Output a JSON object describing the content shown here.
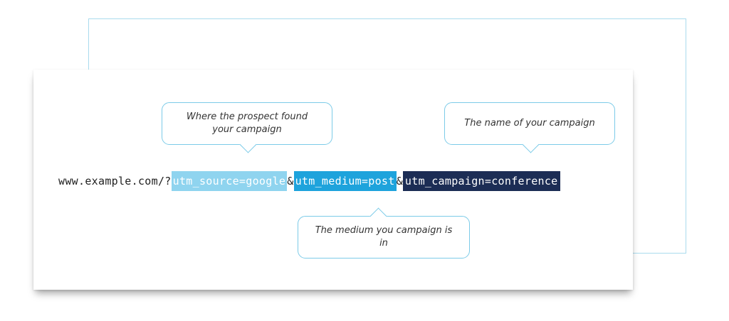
{
  "url": {
    "base": "www.example.com/?",
    "source_param": "utm_source=google",
    "amp1": "&",
    "medium_param": "utm_medium=post",
    "amp2": "&",
    "campaign_param": "utm_campaign=conference"
  },
  "callouts": {
    "source": "Where the prospect found\nyour campaign",
    "campaign": "The name of your campaign",
    "medium": "The medium you campaign is in"
  },
  "colors": {
    "source_highlight": "#8fd4ef",
    "medium_highlight": "#1ea3dc",
    "campaign_highlight": "#1c2d55",
    "outline": "#7ccbe8"
  }
}
